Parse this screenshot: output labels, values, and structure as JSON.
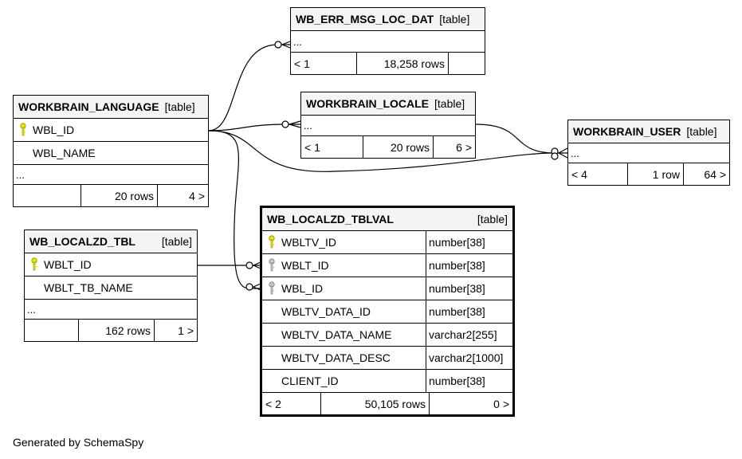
{
  "tables": {
    "err_msg": {
      "name": "WB_ERR_MSG_LOC_DAT",
      "type": "[table]",
      "ellipsis": "...",
      "parents": "< 1",
      "rows": "18,258 rows",
      "children": ""
    },
    "locale": {
      "name": "WORKBRAIN_LOCALE",
      "type": "[table]",
      "ellipsis": "...",
      "parents": "< 1",
      "rows": "20 rows",
      "children": "6 >"
    },
    "language": {
      "name": "WORKBRAIN_LANGUAGE",
      "type": "[table]",
      "columns": [
        "WBL_ID",
        "WBL_NAME"
      ],
      "ellipsis": "...",
      "parents": "",
      "rows": "20 rows",
      "children": "4 >"
    },
    "user": {
      "name": "WORKBRAIN_USER",
      "type": "[table]",
      "ellipsis": "...",
      "parents": "< 4",
      "rows": "1 row",
      "children": "64 >"
    },
    "localzd_tbl": {
      "name": "WB_LOCALZD_TBL",
      "type": "[table]",
      "columns": [
        "WBLT_ID",
        "WBLT_TB_NAME"
      ],
      "ellipsis": "...",
      "parents": "",
      "rows": "162 rows",
      "children": "1 >"
    },
    "tblval": {
      "name": "WB_LOCALZD_TBLVAL",
      "type": "[table]",
      "columns": [
        {
          "name": "WBLTV_ID",
          "type": "number[38]"
        },
        {
          "name": "WBLT_ID",
          "type": "number[38]"
        },
        {
          "name": "WBL_ID",
          "type": "number[38]"
        },
        {
          "name": "WBLTV_DATA_ID",
          "type": "number[38]"
        },
        {
          "name": "WBLTV_DATA_NAME",
          "type": "varchar2[255]"
        },
        {
          "name": "WBLTV_DATA_DESC",
          "type": "varchar2[1000]"
        },
        {
          "name": "CLIENT_ID",
          "type": "number[38]"
        }
      ],
      "parents": "< 2",
      "rows": "50,105 rows",
      "children": "0 >"
    }
  },
  "footer": "Generated by SchemaSpy",
  "colors": {
    "primary_key": "#e8e800",
    "foreign_key": "#b8b8b8",
    "header_bg": "#f4f4f4"
  }
}
